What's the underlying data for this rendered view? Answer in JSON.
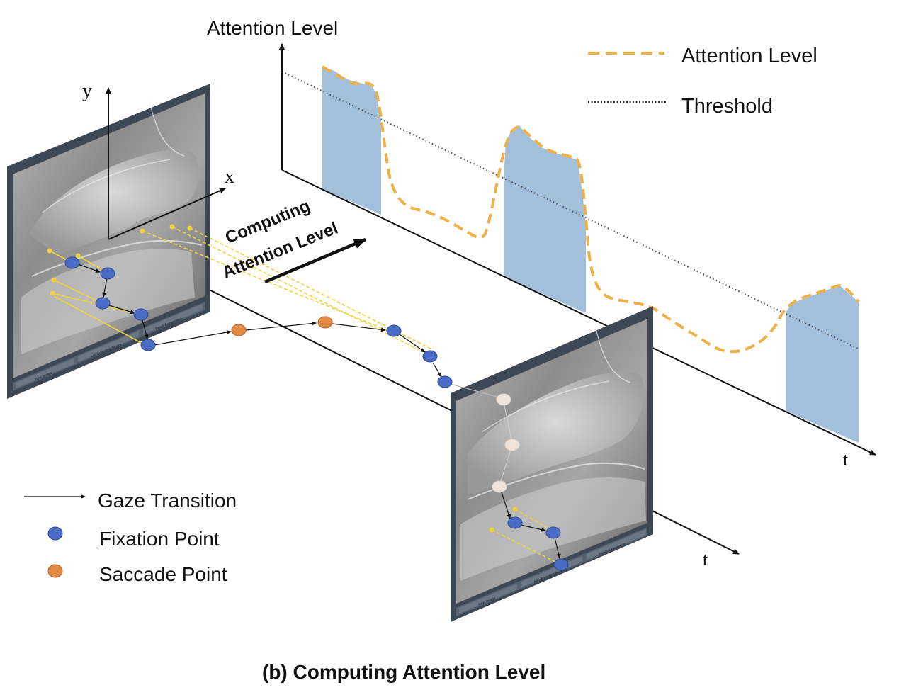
{
  "caption": "(b) Computing Attention Level",
  "chart": {
    "y_axis_label": "Attention Level",
    "t_axis_label": "t"
  },
  "legend_top": {
    "attention_level": "Attention Level",
    "threshold": "Threshold"
  },
  "legend_bottom": {
    "gaze_transition": "Gaze Transition",
    "fixation_point": "Fixation Point",
    "saccade_point": "Saccade Point"
  },
  "axes3d": {
    "x_label": "x",
    "y_label": "y",
    "t_label": "t"
  },
  "arrow_label_line1": "Computing",
  "arrow_label_line2": "Attention Level",
  "frame_buttons": [
    "Next Image",
    "Add Bounding Boxes",
    "Finish Experiment"
  ],
  "colors": {
    "attention_curve": "#F0B048",
    "highlight_fill": "#A2BFDC",
    "fixation": "#4A6CC4",
    "saccade": "#E08A44",
    "gaze_guide": "#F2D23C",
    "frame_border": "#3E4854"
  }
}
